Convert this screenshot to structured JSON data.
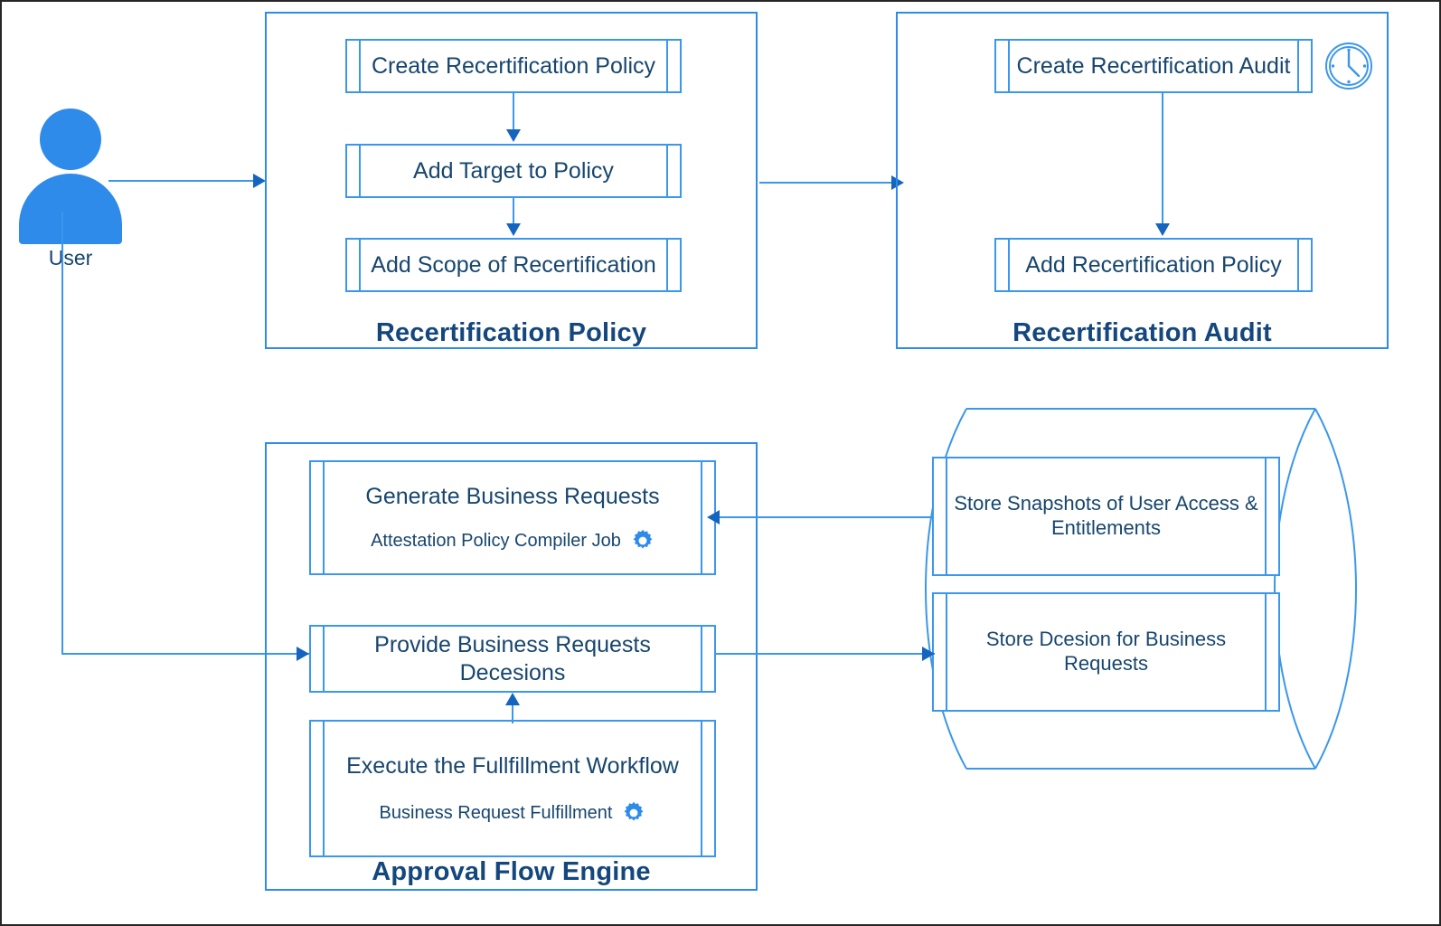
{
  "diagram": {
    "title": "Recertification Process Flow",
    "colors": {
      "accent_blue": "#2e8bea",
      "box_border": "#3b97ee",
      "text_navy": "#17466e",
      "title_navy": "#14477d",
      "arrow_blue": "#1565c0",
      "frame": "#262626"
    }
  },
  "actor": {
    "label": "User",
    "icon": "person-icon"
  },
  "panels": [
    {
      "id": "recertification-policy",
      "title": "Recertification Policy",
      "steps": [
        {
          "id": "create-recertification-policy",
          "label": "Create Recertification Policy"
        },
        {
          "id": "add-target-to-policy",
          "label": "Add Target to Policy"
        },
        {
          "id": "add-scope-of-recertification",
          "label": "Add Scope of Recertification"
        }
      ]
    },
    {
      "id": "recertification-audit",
      "title": "Recertification Audit",
      "steps": [
        {
          "id": "create-recertification-audit",
          "label": "Create Recertification Audit",
          "badge_icon": "clock-icon"
        },
        {
          "id": "add-recertification-policy",
          "label": "Add Recertification Policy"
        }
      ]
    },
    {
      "id": "approval-flow-engine",
      "title": "Approval Flow Engine",
      "steps": [
        {
          "id": "generate-business-requests",
          "label": "Generate Business Requests",
          "subtitle": "Attestation Policy Compiler Job",
          "subtitle_icon": "gear-icon"
        },
        {
          "id": "provide-business-requests-decesions",
          "label": "Provide Business Requests Decesions"
        },
        {
          "id": "execute-the-fullfillment-workflow",
          "label": "Execute the Fullfillment Workflow",
          "subtitle": "Business Request Fulfillment",
          "subtitle_icon": "gear-icon"
        }
      ]
    }
  ],
  "datastore": {
    "id": "datastore-cylinder",
    "shape": "cylinder",
    "items": [
      {
        "id": "store-snapshots",
        "label": "Store Snapshots of User Access & Entitlements"
      },
      {
        "id": "store-decision",
        "label": "Store Dcesion for Business Requests"
      }
    ]
  },
  "connections": [
    {
      "from": "User",
      "to": "Recertification Policy",
      "type": "arrow-right"
    },
    {
      "from": "Create Recertification Policy",
      "to": "Add Target to Policy",
      "type": "arrow-down"
    },
    {
      "from": "Add Target to Policy",
      "to": "Add Scope of Recertification",
      "type": "arrow-down"
    },
    {
      "from": "Recertification Policy",
      "to": "Recertification Audit",
      "type": "arrow-right"
    },
    {
      "from": "Create Recertification Audit",
      "to": "Add Recertification Policy",
      "type": "arrow-down"
    },
    {
      "from": "User",
      "to": "Provide Business Requests Decesions",
      "type": "arrow-right"
    },
    {
      "from": "Store Snapshots of User Access & Entitlements",
      "to": "Generate Business Requests",
      "type": "arrow-left"
    },
    {
      "from": "Provide Business Requests Decesions",
      "to": "Store Dcesion for Business Requests",
      "type": "arrow-right"
    },
    {
      "from": "Execute the Fullfillment Workflow",
      "to": "Provide Business Requests Decesions",
      "type": "arrow-up"
    }
  ]
}
